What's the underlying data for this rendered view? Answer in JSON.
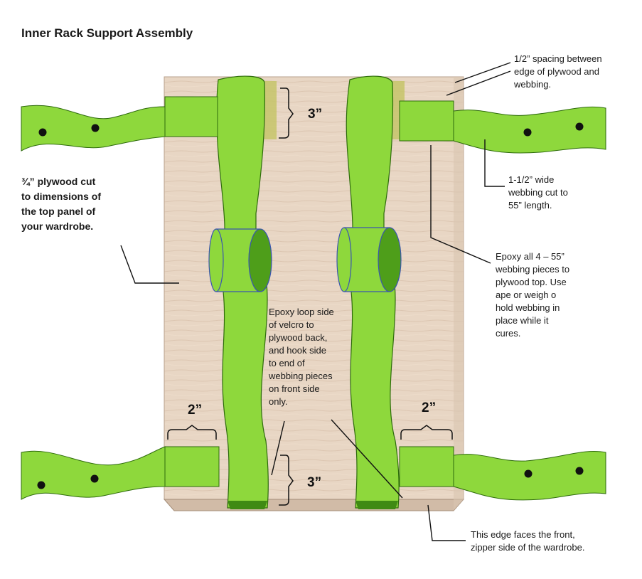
{
  "title": "Inner Rack Support Assembly",
  "labels": {
    "plywood": "¾” plywood cut\nto dimensions of\nthe top panel of\nyour wardrobe.",
    "spacing": "1/2” spacing between\nedge of plywood and\nwebbing.",
    "webbing": "1-1/2” wide\nwebbing  cut to\n55” length.",
    "epoxy_all": "Epoxy all 4 – 55”\nwebbing pieces to\nplywood top. Use\nape or weigh o\nhold webbing in\nplace while it\ncures.",
    "velcro": "Epoxy loop side\nof velcro to\nplywood back,\nand hook side\nto end of\nwebbing pieces\non front side\nonly.",
    "edge": "This edge faces the front,\nzipper side of the wardrobe."
  },
  "dimensions": {
    "top_right_3": "3”",
    "bottom_3": "3”",
    "left_2": "2”",
    "right_2": "2”"
  },
  "colors": {
    "webbing": "#8ed83c",
    "webbing_dark": "#3f8a14",
    "plywood": "#e6d2bf",
    "plywood_edge": "#c9b3a0",
    "velcro": "#c5c46a",
    "outline": "#2e6b0c",
    "cylinder_outline": "#3b55b0"
  }
}
